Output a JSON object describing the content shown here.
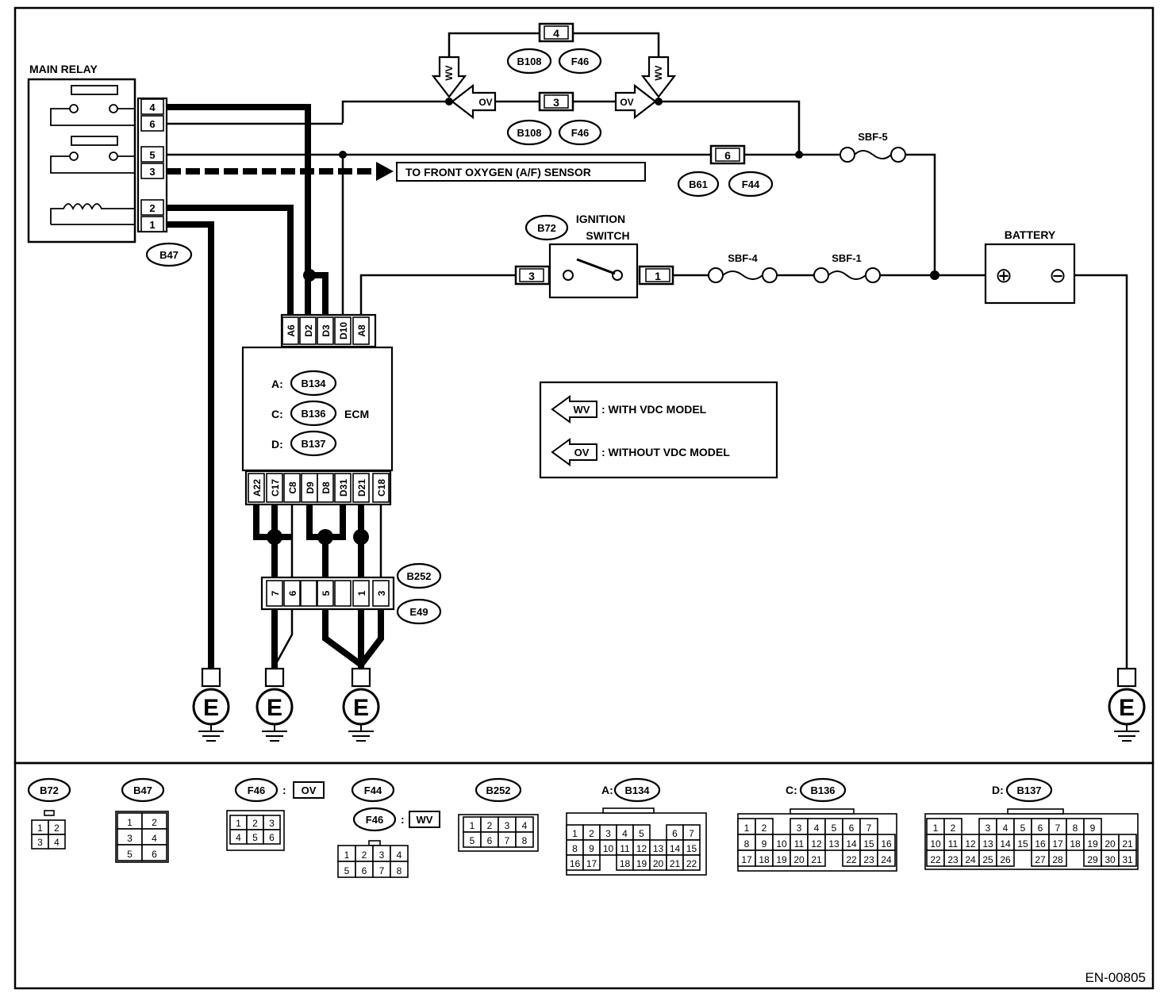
{
  "main_relay": {
    "title": "MAIN RELAY",
    "terminals": [
      "4",
      "6",
      "5",
      "3",
      "2",
      "1"
    ],
    "connector": "B47"
  },
  "ecm": {
    "name": "ECM",
    "rows": [
      {
        "prefix": "A:",
        "connector": "B134"
      },
      {
        "prefix": "C:",
        "connector": "B136"
      },
      {
        "prefix": "D:",
        "connector": "B137"
      }
    ],
    "top_pins": [
      "A6",
      "D2",
      "D3",
      "D10",
      "A8"
    ],
    "bottom_pins": [
      "A22",
      "C17",
      "C8",
      "D9",
      "D8",
      "D31",
      "D21",
      "C18"
    ]
  },
  "labels": {
    "front_o2": "TO FRONT OXYGEN (A/F) SENSOR",
    "ignition_line1": "IGNITION",
    "ignition_line2": "SWITCH",
    "ignition_connector": "B72",
    "battery": "BATTERY",
    "battery_plus": "⊕",
    "battery_minus": "⊖",
    "sbf5": "SBF-5",
    "sbf4": "SBF-4",
    "sbf1": "SBF-1",
    "wv_arrow": "WV",
    "ov_arrow": "OV",
    "ground": "E",
    "doc_code": "EN-00805"
  },
  "connector_boxes": {
    "top_wv": {
      "pin": "4",
      "conn1": "B108",
      "conn2": "F46"
    },
    "mid_ov": {
      "pin": "3",
      "conn1": "B108",
      "conn2": "F46"
    },
    "sbf_feed": {
      "pin": "6",
      "conn1": "B61",
      "conn2": "F44"
    },
    "ign_in": "3",
    "ign_out": "1",
    "junction": {
      "pins": [
        "7",
        "6",
        "",
        "5",
        "",
        "1",
        "3"
      ],
      "conn1": "B252",
      "conn2": "E49"
    }
  },
  "legend": {
    "wv_text": ": WITH VDC MODEL",
    "ov_text": ": WITHOUT VDC MODEL"
  },
  "connector_views": {
    "b72": {
      "title": "B72",
      "pins": [
        "1",
        "2",
        "3",
        "4"
      ]
    },
    "b47": {
      "title": "B47",
      "pins": [
        "1",
        "2",
        "3",
        "4",
        "5",
        "6"
      ]
    },
    "f46_ov": {
      "title": "F46",
      "tag": "OV",
      "pins": [
        "1",
        "2",
        "3",
        "4",
        "5",
        "6"
      ]
    },
    "f44_f46_wv": {
      "title1": "F44",
      "title2": "F46",
      "tag": "WV",
      "pins": [
        "1",
        "2",
        "3",
        "4",
        "5",
        "6",
        "7",
        "8"
      ]
    },
    "b252": {
      "title": "B252",
      "pins": [
        "1",
        "2",
        "3",
        "4",
        "5",
        "6",
        "7",
        "8"
      ]
    },
    "b134": {
      "prefix": "A:",
      "title": "B134",
      "rows": [
        [
          "1",
          "2",
          "3",
          "4",
          "5",
          "",
          "6",
          "7"
        ],
        [
          "8",
          "9",
          "10",
          "11",
          "12",
          "13",
          "14",
          "15"
        ],
        [
          "16",
          "17",
          "",
          "18",
          "19",
          "20",
          "21",
          "22"
        ]
      ]
    },
    "b136": {
      "prefix": "C:",
      "title": "B136",
      "rows": [
        [
          "1",
          "2",
          "",
          "3",
          "4",
          "5",
          "6",
          "7"
        ],
        [
          "8",
          "9",
          "10",
          "11",
          "12",
          "13",
          "14",
          "15",
          "16"
        ],
        [
          "17",
          "18",
          "19",
          "20",
          "21",
          "",
          "22",
          "23",
          "24"
        ]
      ]
    },
    "b137": {
      "prefix": "D:",
      "title": "B137",
      "rows": [
        [
          "1",
          "2",
          "",
          "3",
          "4",
          "5",
          "6",
          "7",
          "8",
          "9"
        ],
        [
          "10",
          "11",
          "12",
          "13",
          "14",
          "15",
          "16",
          "17",
          "18",
          "19",
          "20",
          "21"
        ],
        [
          "22",
          "23",
          "24",
          "25",
          "26",
          "",
          "27",
          "28",
          "",
          "29",
          "30",
          "31"
        ]
      ]
    }
  }
}
